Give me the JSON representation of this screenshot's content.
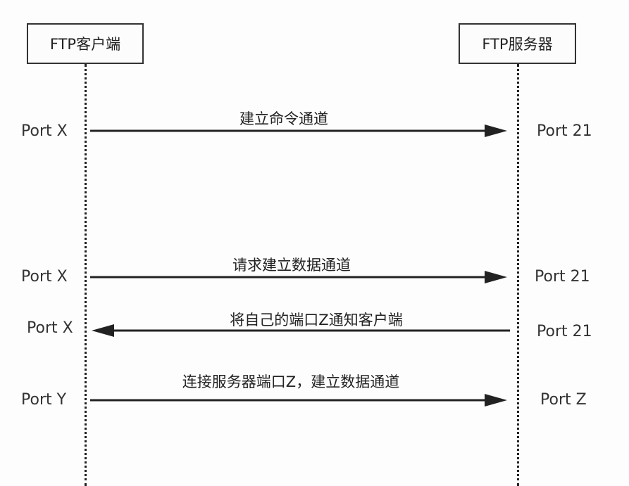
{
  "participants": {
    "client": "FTP客户端",
    "server": "FTP服务器"
  },
  "messages": [
    {
      "label": "建立命令通道",
      "direction": "right",
      "left_port": "Port X",
      "right_port": "Port 21"
    },
    {
      "label": "请求建立数据通道",
      "direction": "right",
      "left_port": "Port X",
      "right_port": "Port 21"
    },
    {
      "label": "将自己的端口Z通知客户端",
      "direction": "left",
      "left_port": "Port X",
      "right_port": "Port 21"
    },
    {
      "label": "连接服务器端口Z，建立数据通道",
      "direction": "right",
      "left_port": "Port Y",
      "right_port": "Port Z"
    }
  ]
}
